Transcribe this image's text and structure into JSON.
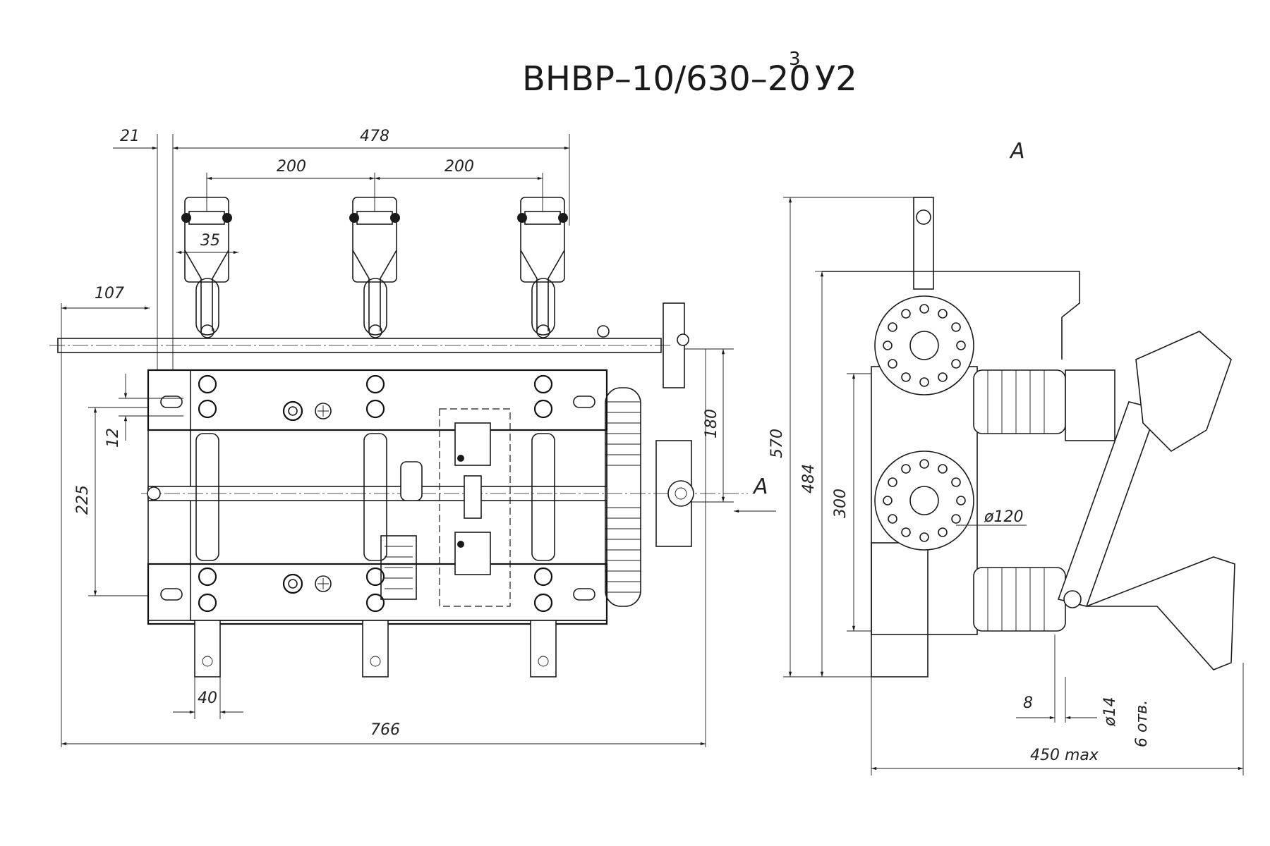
{
  "title": {
    "main": "ВНВР–10/630–20",
    "sup": "3",
    "suffix": "У2"
  },
  "view_labels": {
    "section_view": "А",
    "arrow_label": "А"
  },
  "front_view_dimensions": {
    "d21": "21",
    "d478": "478",
    "d200_left": "200",
    "d200_right": "200",
    "d35": "35",
    "d107": "107",
    "d12": "12",
    "d225": "225",
    "d180": "180",
    "d40": "40",
    "d766": "766"
  },
  "side_view_dimensions": {
    "d570": "570",
    "d484": "484",
    "d300": "300",
    "d120": "ø120",
    "d8": "8",
    "d14": "ø14",
    "holes": "6 отв.",
    "d450": "450 max"
  }
}
